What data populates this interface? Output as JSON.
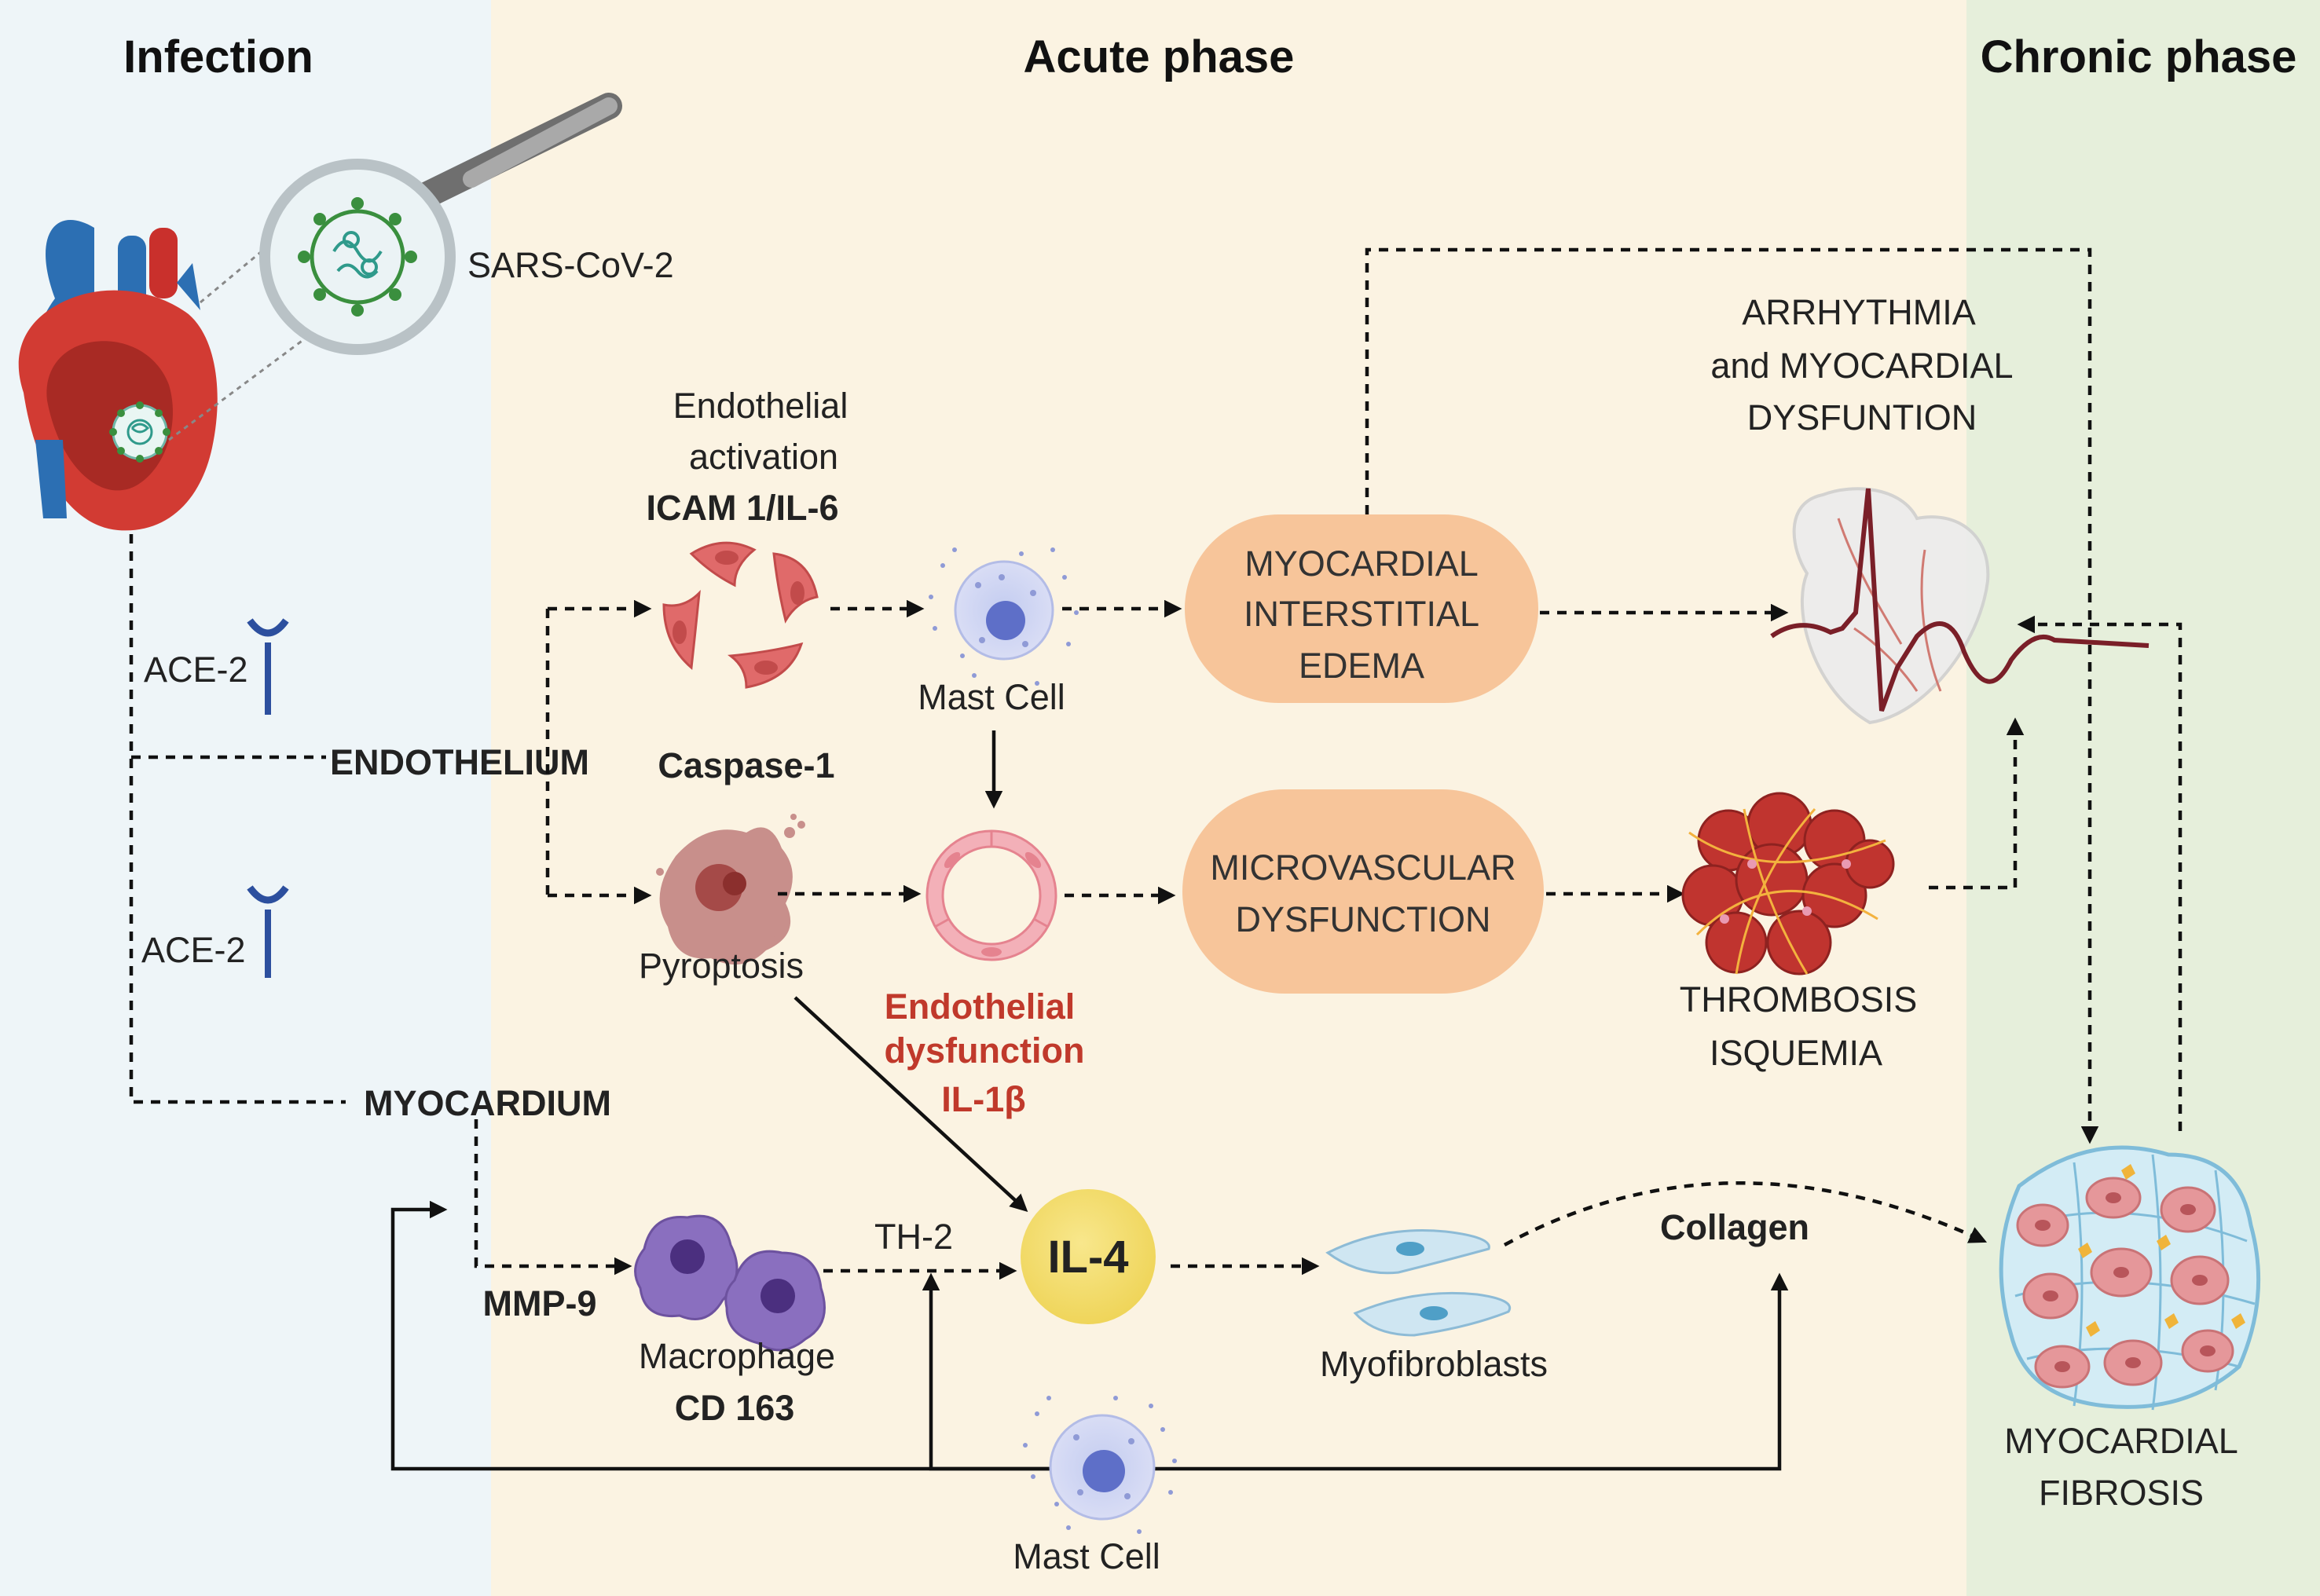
{
  "colors": {
    "infection_bg": "#eef5f8",
    "acute_bg": "#fbf3e2",
    "chronic_bg": "#e6efdb",
    "pill_fill": "#f7c59a",
    "il4_fill": "#f5dd6b",
    "red_text": "#c0392b",
    "ace2_blue": "#2c4f9e"
  },
  "columns": {
    "infection": "Infection",
    "acute": "Acute phase",
    "chronic": "Chronic phase"
  },
  "icons": [
    "heart-icon",
    "magnifier-icon",
    "virus-icon",
    "ace2-receptor-icon",
    "endothelial-cell-icon",
    "mast-cell-icon",
    "pyroptotic-cell-icon",
    "vessel-ring-icon",
    "macrophage-icon",
    "myofibroblast-icon",
    "thrombus-icon",
    "ecg-heart-icon",
    "fibrosis-tissue-icon"
  ],
  "labels": {
    "virus": "SARS-CoV-2",
    "ace2_top": "ACE-2",
    "ace2_bottom": "ACE-2",
    "endothelium": "ENDOTHELIUM",
    "myocardium": "MYOCARDIUM",
    "endothelial_activation_1": "Endothelial",
    "endothelial_activation_2": "activation",
    "icam": "ICAM 1/IL-6",
    "caspase": "Caspase-1",
    "mast_cell_top": "Mast Cell",
    "pyroptosis": "Pyroptosis",
    "endothelial_dysfunction_1": "Endothelial",
    "endothelial_dysfunction_2": "dysfunction",
    "il1b": "IL-1β",
    "edema_1": "MYOCARDIAL",
    "edema_2": "INTERSTITIAL",
    "edema_3": "EDEMA",
    "microvascular_1": "MICROVASCULAR",
    "microvascular_2": "DYSFUNCTION",
    "arrhythmia_1": "ARRHYTHMIA",
    "arrhythmia_2": "and MYOCARDIAL",
    "arrhythmia_3": "DYSFUNTION",
    "thrombosis_1": "THROMBOSIS",
    "thrombosis_2": "ISQUEMIA",
    "il4": "IL-4",
    "th2": "TH-2",
    "mmp9": "MMP-9",
    "macrophage": "Macrophage",
    "cd163": "CD 163",
    "myofibroblasts": "Myofibroblasts",
    "collagen": "Collagen",
    "mast_cell_bottom": "Mast Cell",
    "fibrosis_1": "MYOCARDIAL",
    "fibrosis_2": "FIBROSIS"
  }
}
